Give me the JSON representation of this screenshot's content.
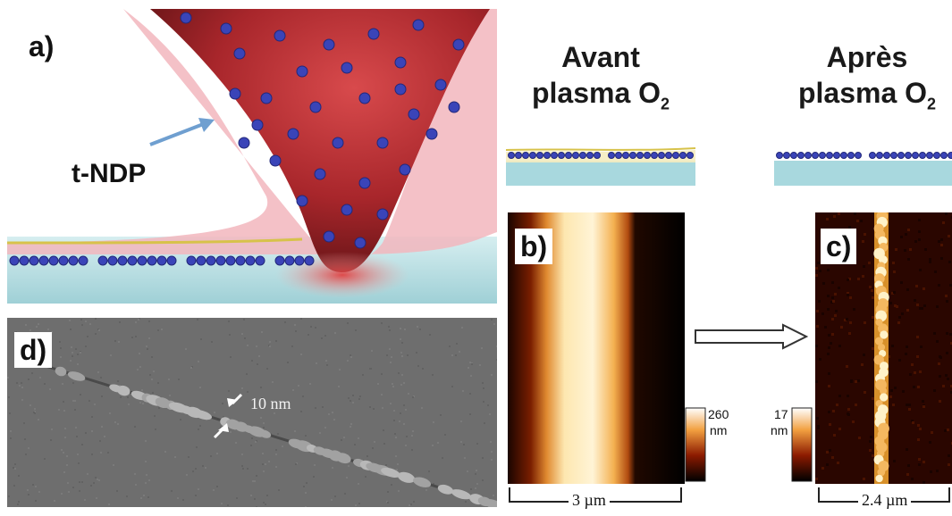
{
  "panels": {
    "a": {
      "label": "a)",
      "annotation": "t-NDP"
    },
    "b": {
      "label": "b)",
      "scale_label": "3 µm",
      "colorbar_max": "260",
      "colorbar_unit": "nm"
    },
    "c": {
      "label": "c)",
      "scale_label": "2.4 µm",
      "colorbar_max": "17",
      "colorbar_unit": "nm"
    },
    "d": {
      "label": "d)",
      "measure_label": "10 nm"
    }
  },
  "captions": {
    "before": {
      "line1": "Avant",
      "line2": "plasma O",
      "sub": "2"
    },
    "after": {
      "line1": "Après",
      "line2": "plasma O",
      "sub": "2"
    }
  },
  "colors": {
    "tip_red": "#b0232a",
    "molecule_blue": "#3a44b8",
    "substrate": "#a8d8de",
    "afm_hot": "#f7c060",
    "arrow_blue": "#6f9fd0",
    "sem_gray": "#6e6e6e"
  }
}
